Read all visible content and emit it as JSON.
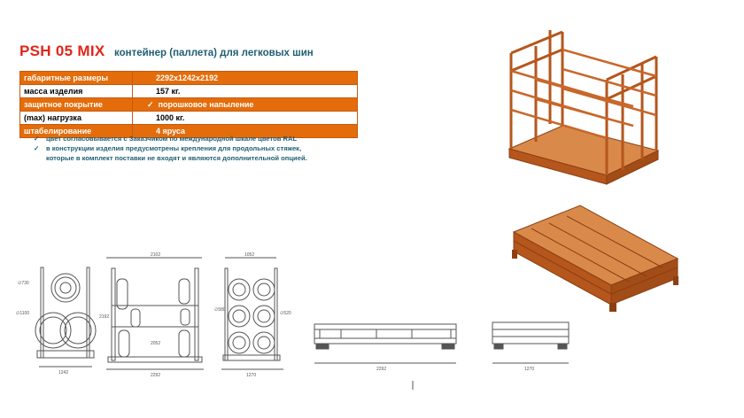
{
  "header": {
    "code": "PSH 05 MIX",
    "subtitle": "контейнер (паллета) для легковых шин"
  },
  "specs": [
    {
      "label": "габаритные размеры",
      "value": "2292x1242x2192",
      "check": ""
    },
    {
      "label": "масса изделия",
      "value": "157 кг.",
      "check": ""
    },
    {
      "label": "защитное покрытие",
      "value": "порошковое напыление",
      "check": "✓"
    },
    {
      "label": "(max) нагрузка",
      "value": "1000 кг.",
      "check": ""
    },
    {
      "label": "штабелирование",
      "value": "4 яруса",
      "check": ""
    }
  ],
  "notes": {
    "check": "✓",
    "line1": "цвет согласовывается  с  Заказчиком  по  международной шкале цветов RAL",
    "line2": "в конструкции изделия предусмотрены крепления для  продольных  стяжек,",
    "line3": "которые в комплект поставки не входят и являются дополнительной опцией."
  },
  "drawing_labels": {
    "d1": "∅730",
    "d2": "∅1100",
    "w1": "1242",
    "top2": "2102",
    "h2": "2192",
    "h2b": "2052",
    "w2": "2292",
    "d3": "∅580",
    "top3": "1052",
    "d4": "∅520",
    "w3": "1270",
    "w4": "2292",
    "w5": "1270"
  },
  "colors": {
    "orange": "#e46c0a",
    "red_title": "#e0261b",
    "teal_text": "#1f5f72",
    "rust_frame": "#b5561c",
    "deck": "#d98a4b"
  }
}
